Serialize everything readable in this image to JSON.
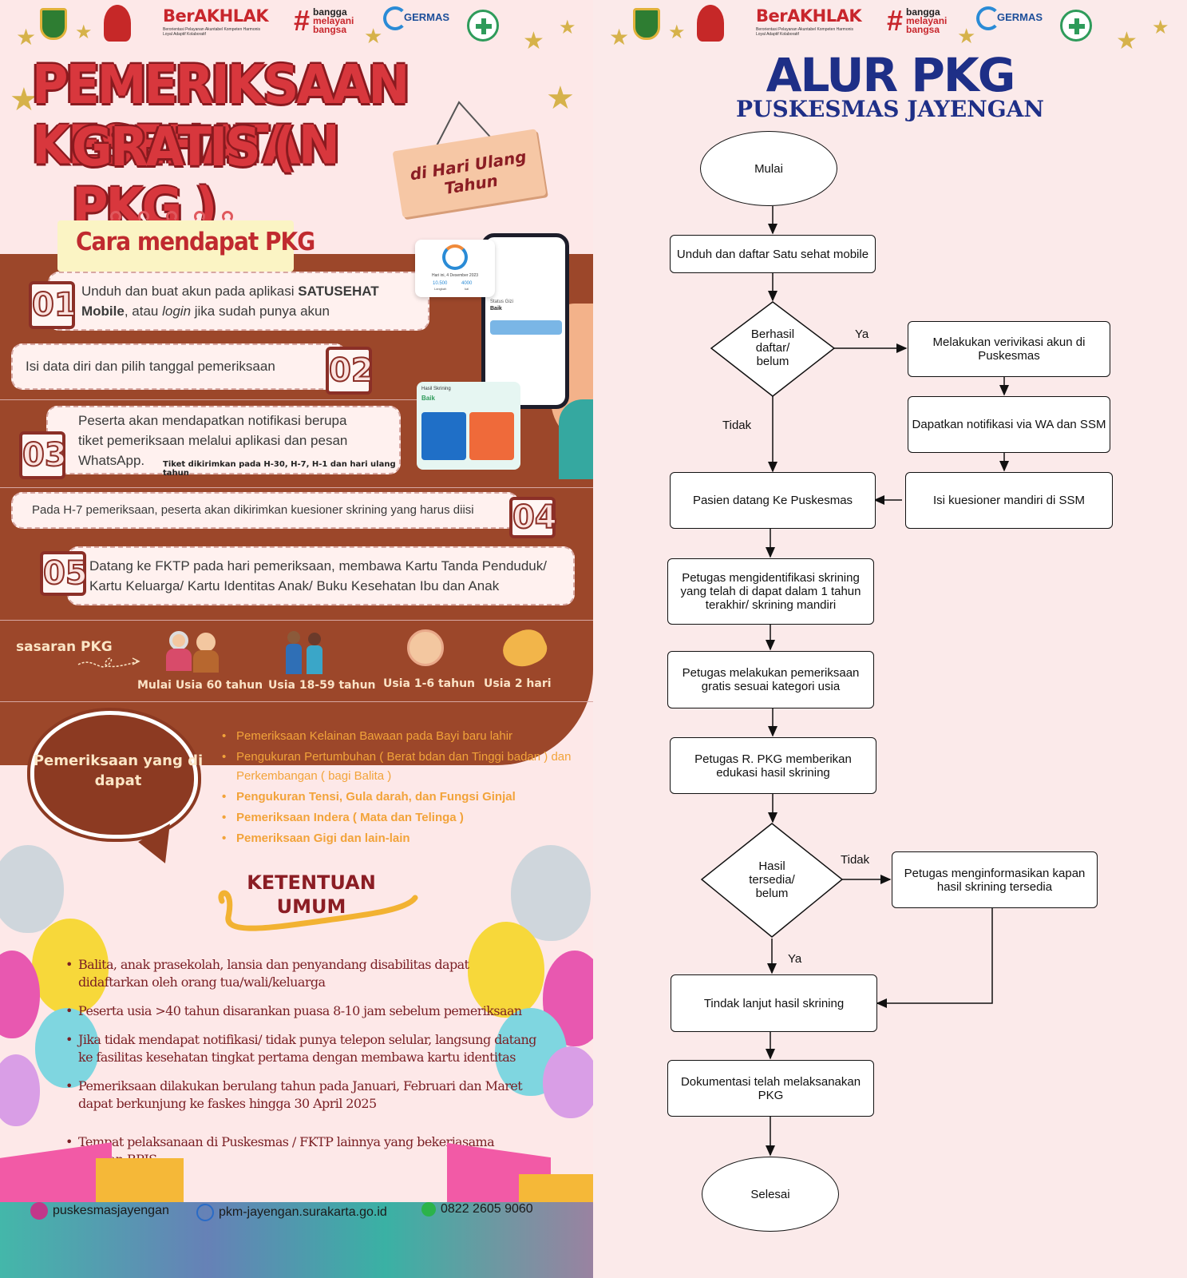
{
  "header": {
    "berakhlak": "BerAKHLAK",
    "berakhlak_sub": "Berorientasi Pelayanan Akuntabel Kompeten Harmonis Loyal Adaptif Kolaboratif",
    "bangga": [
      "bangga",
      "melayani",
      "bangsa"
    ],
    "germas": "GERMAS"
  },
  "poster": {
    "title_line1": "PEMERIKSAAN KESEHATAN",
    "title_line2": "GRATIS ( PKG )",
    "tag": "di Hari Ulang Tahun",
    "cara_title": "Cara mendapat PKG",
    "steps": [
      {
        "num": "01",
        "text_pre": "Unduh dan buat akun pada aplikasi ",
        "text_bold": "SATUSEHAT Mobile",
        "text_mid": ", atau ",
        "text_italic": "login",
        "text_post": " jika sudah punya akun"
      },
      {
        "num": "02",
        "text": "Isi data diri dan pilih tanggal pemeriksaan"
      },
      {
        "num": "03",
        "text": "Peserta akan mendapatkan notifikasi berupa tiket pemeriksaan melalui aplikasi dan pesan WhatsApp.",
        "note": "Tiket dikirimkan pada H-30, H-7, H-1 dan hari ulang tahun"
      },
      {
        "num": "04",
        "text": "Pada H-7 pemeriksaan, peserta akan dikirimkan kuesioner skrining yang harus diisi"
      },
      {
        "num": "05",
        "text": "Datang ke FKTP pada hari pemeriksaan, membawa Kartu Tanda Penduduk/ Kartu Keluarga/ Kartu Identitas Anak/ Buku Kesehatan Ibu dan Anak"
      }
    ],
    "phone_texts": {
      "date": "Hari ini, 4 Desember 2023",
      "steps_value": "10.500",
      "steps_label": "Langkah",
      "kcal_value": "4000",
      "kcal_label": "kal",
      "status_label": "Status Gizi",
      "status_value": "Baik",
      "screen_title": "Hasil Skrining",
      "screen_status": "Baik"
    },
    "sasaran_label": "sasaran PKG",
    "sasaran": [
      "Mulai Usia 60 tahun",
      "Usia 18-59 tahun",
      "Usia 1-6 tahun",
      "Usia 2 hari"
    ],
    "pemeriksaan_title": "Pemeriksaan yang di dapat",
    "pemeriksaan": [
      "Pemeriksaan Kelainan Bawaan pada Bayi baru lahir",
      "Pengukuran Pertumbuhan ( Berat bdan dan Tinggi badan ) dan Perkembangan ( bagi Balita )",
      "Pengukuran Tensi, Gula darah, dan Fungsi Ginjal",
      "Pemeriksaan Indera ( Mata dan Telinga )",
      "Pemeriksaan Gigi dan lain-lain"
    ],
    "ketentuan_title": "KETENTUAN UMUM",
    "ketentuan": [
      "Balita, anak prasekolah, lansia dan penyandang disabilitas dapat didaftarkan oleh orang tua/wali/keluarga",
      "Peserta usia >40 tahun disarankan puasa 8-10 jam sebelum pemeriksaan",
      "Jika tidak mendapat notifikasi/ tidak punya telepon selular, langsung datang ke fasilitas kesehatan tingkat pertama dengan membawa kartu identitas",
      "Pemeriksaan dilakukan berulang tahun pada Januari, Februari dan Maret dapat berkunjung ke faskes hingga 30 April 2025",
      "Tempat pelaksanaan di Puskesmas / FKTP lainnya yang bekerjasama dengan BPJS"
    ],
    "footer": {
      "instagram": "puskesmasjayengan",
      "website": "pkm-jayengan.surakarta.go.id",
      "whatsapp": "0822 2605 9060"
    }
  },
  "flow": {
    "title": "ALUR PKG",
    "subtitle": "PUSKESMAS JAYENGAN",
    "nodes": {
      "start": "Mulai",
      "unduh": "Unduh dan daftar Satu sehat mobile",
      "berhasil": "Berhasil daftar/ belum",
      "verifikasi": "Melakukan verivikasi akun di Puskesmas",
      "notifikasi": "Dapatkan notifikasi via WA dan SSM",
      "kuesioner": "Isi kuesioner mandiri di SSM",
      "pasien": "Pasien datang Ke Puskesmas",
      "identifikasi": "Petugas mengidentifikasi skrining yang telah di dapat dalam 1 tahun terakhir/ skrining mandiri",
      "pemeriksaan": "Petugas melakukan pemeriksaan gratis sesuai kategori usia",
      "edukasi": "Petugas R. PKG memberikan edukasi hasil skrining",
      "hasil": "Hasil tersedia/ belum",
      "informasi": "Petugas menginformasikan kapan hasil skrining tersedia",
      "tindak": "Tindak lanjut hasil skrining",
      "dokumentasi": "Dokumentasi telah melaksanakan PKG",
      "end": "Selesai"
    },
    "labels": {
      "ya1": "Ya",
      "tidak1": "Tidak",
      "tidak2": "Tidak",
      "ya2": "Ya"
    }
  }
}
